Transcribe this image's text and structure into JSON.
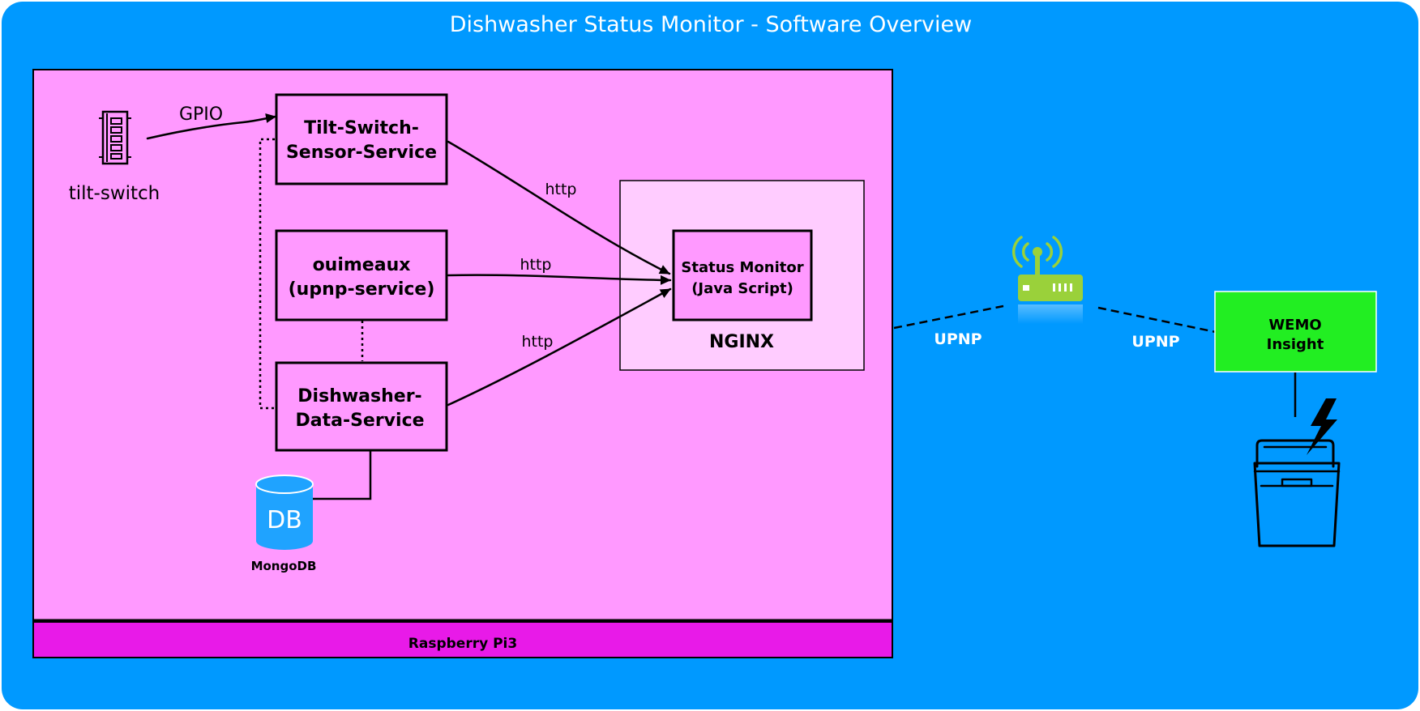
{
  "title": "Dishwasher Status Monitor - Software Overview",
  "nodes": {
    "tilt_switch": "tilt-switch",
    "tilt_service": [
      "Tilt-Switch-",
      "Sensor-Service"
    ],
    "ouimeaux": [
      "ouimeaux",
      "(upnp-service)"
    ],
    "data_service": [
      "Dishwasher-",
      "Data-Service"
    ],
    "status_monitor": [
      "Status Monitor",
      "(Java Script)"
    ],
    "nginx": "NGINX",
    "db_icon_text": "DB",
    "mongodb": "MongoDB",
    "raspberry": "Raspberry Pi3",
    "wemo": [
      "WEMO",
      "Insight"
    ]
  },
  "edges": {
    "gpio": "GPIO",
    "http_1": "http",
    "http_2": "http",
    "http_3": "http",
    "upnp_left": "UPNP",
    "upnp_right": "UPNP"
  },
  "colors": {
    "background": "#0099ff",
    "pi_area": "#ff99ff",
    "pi_bar": "#e81ae8",
    "nginx_area": "#ffccff",
    "wemo": "#22ee22",
    "db": "#1fa3ff",
    "router": "#9ad13a"
  }
}
